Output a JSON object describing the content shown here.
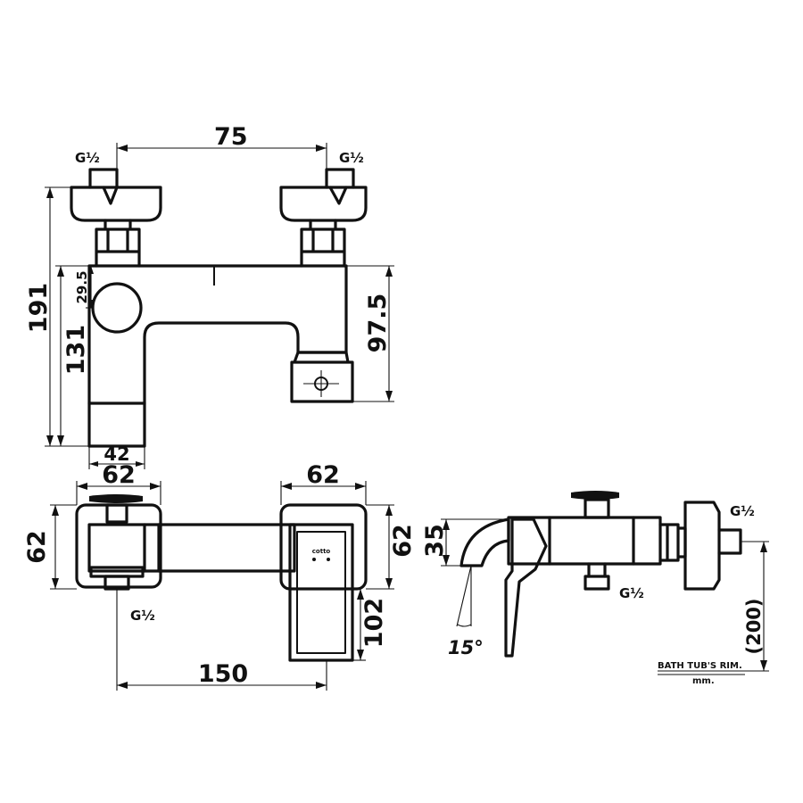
{
  "drawing": {
    "type": "technical-dimension-drawing",
    "units": "mm",
    "front_view": {
      "dim_centers": "75",
      "dim_total_height": "191",
      "dim_body_height": "131",
      "dim_inlet_offset": "29.5",
      "dim_spout_height": "97.5",
      "dim_base_width": "42",
      "thread_left": "G½",
      "thread_right": "G½"
    },
    "top_view": {
      "dim_left_width": "62",
      "dim_left_depth": "62",
      "dim_right_width": "62",
      "dim_right_depth": "62",
      "dim_handle_length": "102",
      "dim_overall_length": "150",
      "thread": "G½",
      "marking": "cotto"
    },
    "side_view": {
      "dim_spout_height": "35",
      "dim_rim_height": "(200)",
      "angle": "15°",
      "thread_top": "G½",
      "thread_bottom": "G½",
      "note_rim": "BATH TUB'S RIM.",
      "note_units": "mm."
    }
  }
}
